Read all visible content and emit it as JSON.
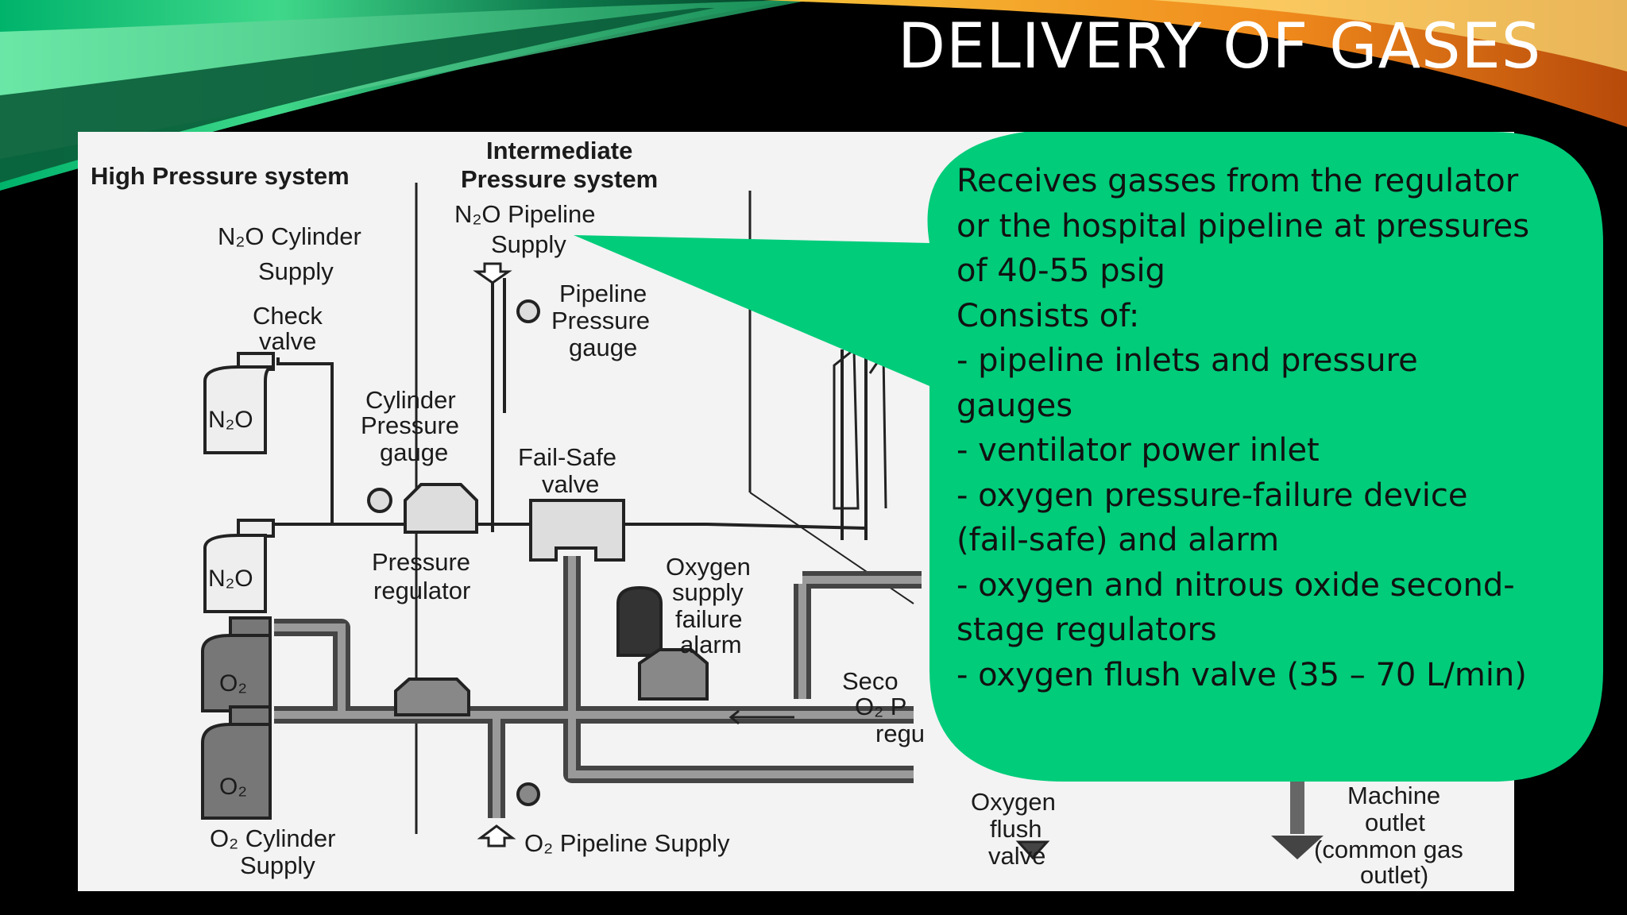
{
  "slide": {
    "title": "DELIVERY OF GASES"
  },
  "diagram": {
    "headings": {
      "high_pressure": "High Pressure system",
      "intermediate_line1": "Intermediate",
      "intermediate_line2": "Pressure system"
    },
    "labels": {
      "n2o_cylinder_supply_1": "N₂O Cylinder",
      "n2o_cylinder_supply_2": "Supply",
      "check_valve_1": "Check",
      "check_valve_2": "valve",
      "n2o_pipeline_1": "N₂O Pipeline",
      "n2o_pipeline_2": "Supply",
      "pipeline_gauge_1": "Pipeline",
      "pipeline_gauge_2": "Pressure",
      "pipeline_gauge_3": "gauge",
      "cylinder_gauge_1": "Cylinder",
      "cylinder_gauge_2": "Pressure",
      "cylinder_gauge_3": "gauge",
      "fail_safe_1": "Fail-Safe",
      "fail_safe_2": "valve",
      "pressure_reg_1": "Pressure",
      "pressure_reg_2": "regulator",
      "o2_alarm_1": "Oxygen",
      "o2_alarm_2": "supply",
      "o2_alarm_3": "failure",
      "o2_alarm_4": "alarm",
      "second_stage_1": "Seco",
      "second_stage_2": "O₂ P",
      "second_stage_3": "regu",
      "o2_flush_1": "Oxygen",
      "o2_flush_2": "flush",
      "o2_flush_3": "valve",
      "machine_outlet_1": "Machine",
      "machine_outlet_2": "outlet",
      "machine_outlet_3": "(common gas",
      "machine_outlet_4": "outlet)",
      "o2_cylinder_supply_1": "O₂ Cylinder",
      "o2_cylinder_supply_2": "Supply",
      "o2_pipeline_supply": "O₂ Pipeline Supply"
    },
    "cylinders": {
      "n2o_top": "N₂O",
      "n2o_bottom": "N₂O",
      "o2_top": "O₂",
      "o2_bottom": "O₂"
    }
  },
  "callout": {
    "color": "#00cc7a",
    "lines": [
      "Receives gasses from the regulator",
      "or the hospital pipeline at pressures",
      "of 40-55 psig",
      "Consists of:",
      "- pipeline inlets and pressure",
      "gauges",
      "- ventilator power inlet",
      "- oxygen pressure-failure device",
      "(fail-safe) and alarm",
      "- oxygen and nitrous oxide second-",
      "stage regulators",
      "- oxygen flush valve (35 – 70 L/min)"
    ]
  }
}
